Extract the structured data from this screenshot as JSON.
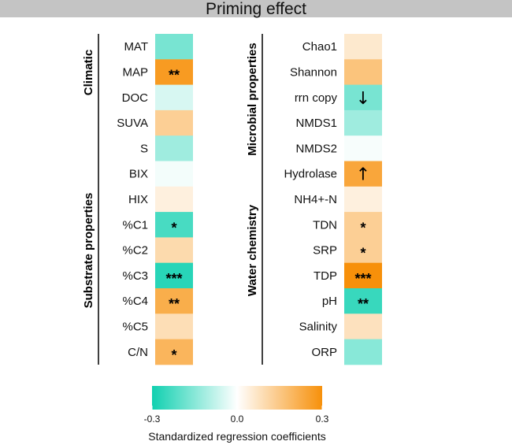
{
  "chart_data": {
    "type": "heatmap",
    "title": "Priming effect",
    "colors": {
      "negative": "#10d0b0",
      "zero": "#ffffff",
      "positive": "#f7900a"
    },
    "panels": [
      {
        "name": "left",
        "groups": [
          {
            "label": "Climatic",
            "rows": [
              "MAT",
              "MAP"
            ]
          },
          {
            "label": "Substrate properties",
            "rows": [
              "DOC",
              "SUVA",
              "S",
              "BIX",
              "HIX",
              "%C1",
              "%C2",
              "%C3",
              "%C4",
              "%C5",
              "C/N"
            ]
          }
        ],
        "rows": [
          {
            "label": "MAT",
            "value": -0.17,
            "mark": ""
          },
          {
            "label": "MAP",
            "value": 0.27,
            "mark": "**"
          },
          {
            "label": "DOC",
            "value": -0.05,
            "mark": ""
          },
          {
            "label": "SUVA",
            "value": 0.13,
            "mark": ""
          },
          {
            "label": "S",
            "value": -0.12,
            "mark": ""
          },
          {
            "label": "BIX",
            "value": -0.015,
            "mark": ""
          },
          {
            "label": "HIX",
            "value": 0.04,
            "mark": ""
          },
          {
            "label": "%C1",
            "value": -0.23,
            "mark": "*"
          },
          {
            "label": "%C2",
            "value": 0.1,
            "mark": ""
          },
          {
            "label": "%C3",
            "value": -0.27,
            "mark": "***"
          },
          {
            "label": "%C4",
            "value": 0.22,
            "mark": "**"
          },
          {
            "label": "%C5",
            "value": 0.09,
            "mark": ""
          },
          {
            "label": "C/N",
            "value": 0.2,
            "mark": "*"
          }
        ]
      },
      {
        "name": "right",
        "groups": [
          {
            "label": "Microbial properties",
            "rows": [
              "Chao1",
              "Shannon",
              "rrn copy",
              "NMDS1",
              "NMDS2",
              "Hydrolase"
            ]
          },
          {
            "label": "Water chemistry",
            "rows": [
              "NH4+-N",
              "TDN",
              "SRP",
              "TDP",
              "pH",
              "Salinity",
              "ORP"
            ]
          }
        ],
        "rows": [
          {
            "label": "Chao1",
            "value": 0.06,
            "mark": ""
          },
          {
            "label": "Shannon",
            "value": 0.16,
            "mark": ""
          },
          {
            "label": "rrn copy",
            "value": -0.17,
            "mark": "↓"
          },
          {
            "label": "NMDS1",
            "value": -0.12,
            "mark": ""
          },
          {
            "label": "NMDS2",
            "value": -0.01,
            "mark": ""
          },
          {
            "label": "Hydrolase",
            "value": 0.24,
            "mark": "↑"
          },
          {
            "label": "NH4+-N",
            "value": 0.04,
            "mark": ""
          },
          {
            "label": "TDN",
            "value": 0.13,
            "mark": "*"
          },
          {
            "label": "SRP",
            "value": 0.13,
            "mark": "*"
          },
          {
            "label": "TDP",
            "value": 0.3,
            "mark": "***"
          },
          {
            "label": "pH",
            "value": -0.25,
            "mark": "**"
          },
          {
            "label": "Salinity",
            "value": 0.08,
            "mark": ""
          },
          {
            "label": "ORP",
            "value": -0.15,
            "mark": ""
          }
        ]
      }
    ],
    "colorbar": {
      "range": [
        -0.3,
        0.3
      ],
      "ticks": [
        "-0.3",
        "0.0",
        "0.3"
      ],
      "tick_values": [
        -0.3,
        0.0,
        0.3
      ],
      "title": "Standardized regression coefficients"
    }
  }
}
